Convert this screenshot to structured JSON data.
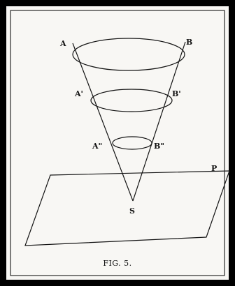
{
  "figure": {
    "caption": "FIG. 5.",
    "labels": {
      "a": "A",
      "b": "B",
      "a1": "A'",
      "b1": "B'",
      "a2": "A\"",
      "b2": "B\"",
      "s": "S",
      "p": "P"
    }
  },
  "colors": {
    "frame_outer": "#000000",
    "paper": "#f8f7f4",
    "ink": "#141414"
  }
}
